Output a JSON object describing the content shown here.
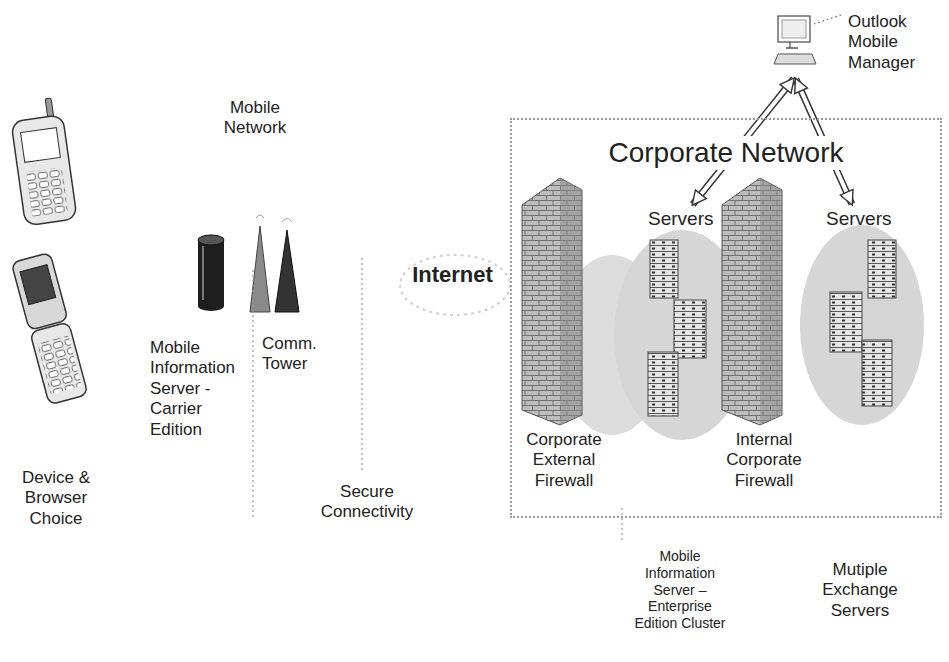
{
  "diagram": {
    "nodes": [
      {
        "text": [
          "Corporate Network"
        ]
      },
      {
        "text": [
          "Servers"
        ],
        "in": 0
      },
      {
        "text": [
          "Servers"
        ],
        "in": 0
      },
      {
        "text": [
          "Outlook Mobile Manager"
        ]
      }
    ],
    "edges": [
      {
        "from": 1,
        "to": 3,
        "arrow": "both"
      },
      {
        "from": 2,
        "to": 3,
        "arrow": "both"
      }
    ],
    "labels": [
      "Mobile Network",
      "Mobile Information Server - Carrier Edition",
      "Comm. Tower",
      "Secure Connectivity",
      "Internet",
      "Corporate External Firewall",
      "Internal Corporate Firewall",
      "Mobile Information Server – Enterprise Edition Cluster",
      "Mutiple Exchange Servers",
      "Device & Browser Choice"
    ]
  }
}
